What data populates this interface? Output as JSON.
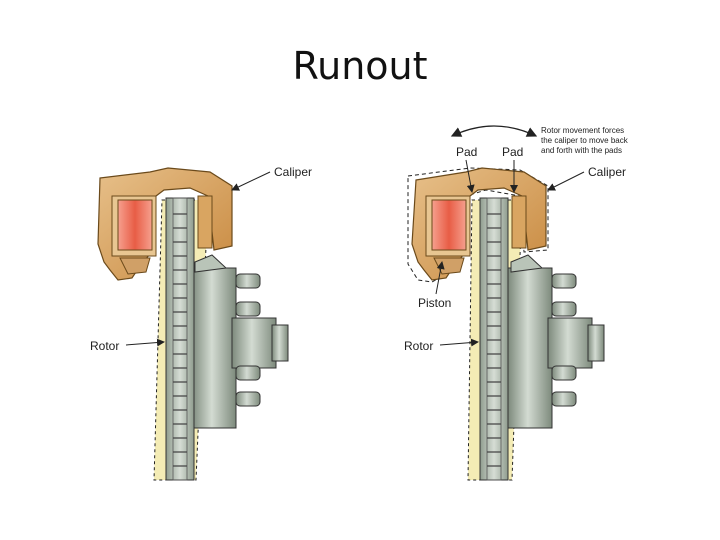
{
  "slide": {
    "title": "Runout"
  },
  "left_figure": {
    "caliper_label": "Caliper",
    "rotor_label": "Rotor"
  },
  "right_figure": {
    "pad_left_label": "Pad",
    "pad_right_label": "Pad",
    "caliper_label": "Caliper",
    "piston_label": "Piston",
    "rotor_label": "Rotor",
    "note_lines": [
      "Rotor movement forces",
      "the caliper to move back",
      "and forth with the pads"
    ]
  },
  "colors": {
    "caliper": "#d9a561",
    "caliper_dark": "#a8742e",
    "piston": "#e8705a",
    "rotor": "#b7c2b6",
    "rotor_dark": "#6f7c6e",
    "wobble_fill": "#f4ecb5"
  }
}
